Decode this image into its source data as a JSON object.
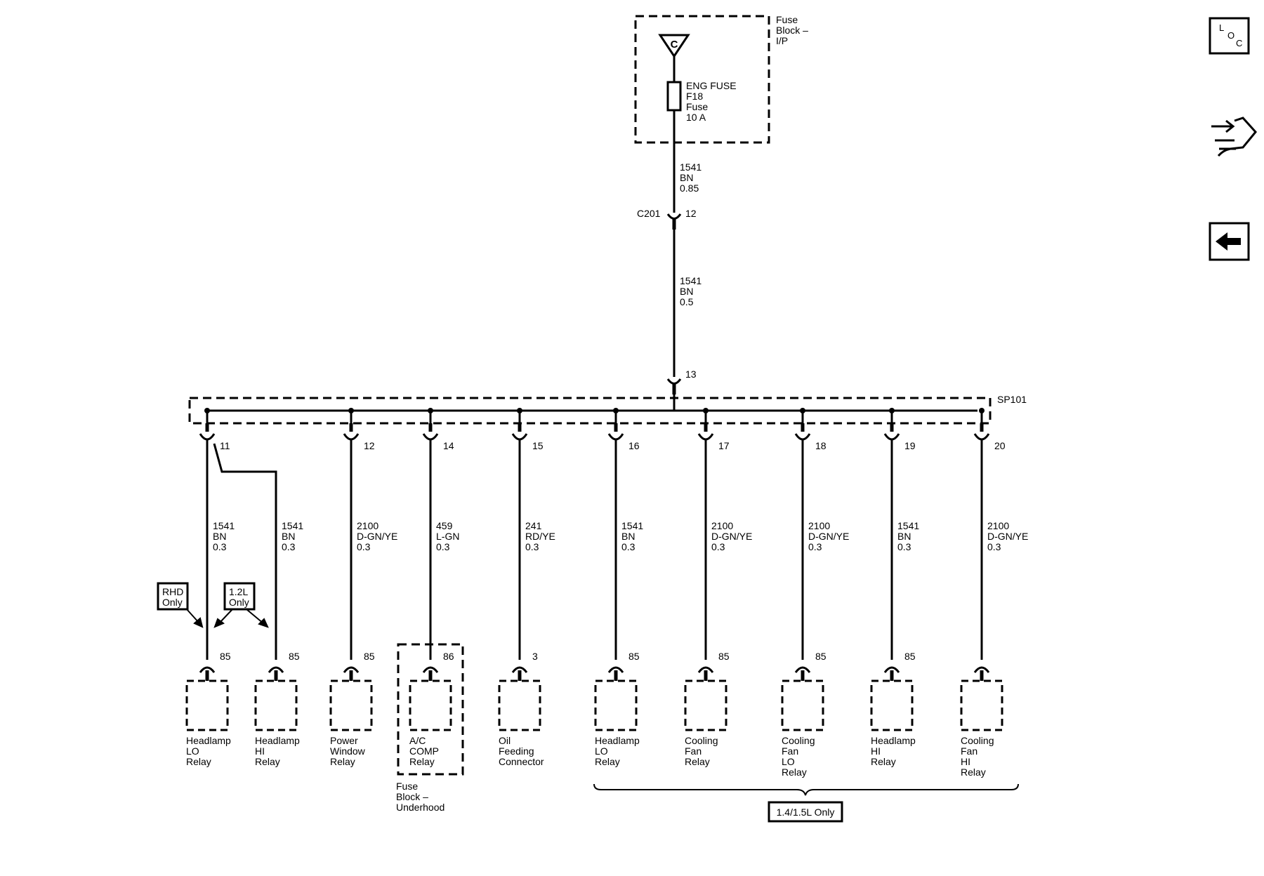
{
  "fuse_block_ip": {
    "label_lines": [
      "Fuse",
      "Block –",
      "I/P"
    ],
    "bus_letter": "C",
    "fuse_lines": [
      "ENG FUSE",
      "F18",
      "Fuse",
      "10 A"
    ]
  },
  "upper_wire_1": [
    "1541",
    "BN",
    "0.85"
  ],
  "connector_c201": {
    "name": "C201",
    "pin": "12"
  },
  "upper_wire_2": [
    "1541",
    "BN",
    "0.5"
  ],
  "splice": {
    "name": "SP101",
    "input_pin": "13"
  },
  "branches": [
    {
      "pin": "11",
      "wire": [
        "1541",
        "BN",
        "0.3"
      ],
      "term_pin": "85",
      "label_lines": [
        "Headlamp",
        "LO",
        "Relay"
      ]
    },
    {
      "pin": "",
      "wire": [
        "1541",
        "BN",
        "0.3"
      ],
      "term_pin": "85",
      "label_lines": [
        "Headlamp",
        "HI",
        "Relay"
      ]
    },
    {
      "pin": "12",
      "wire": [
        "2100",
        "D-GN/YE",
        "0.3"
      ],
      "term_pin": "85",
      "label_lines": [
        "Power",
        "Window",
        "Relay"
      ]
    },
    {
      "pin": "14",
      "wire": [
        "459",
        "L-GN",
        "0.3"
      ],
      "term_pin": "86",
      "label_lines": [
        "A/C",
        "COMP",
        "Relay"
      ]
    },
    {
      "pin": "15",
      "wire": [
        "241",
        "RD/YE",
        "0.3"
      ],
      "term_pin": "3",
      "label_lines": [
        "Oil",
        "Feeding",
        "Connector"
      ]
    },
    {
      "pin": "16",
      "wire": [
        "1541",
        "BN",
        "0.3"
      ],
      "term_pin": "85",
      "label_lines": [
        "Headlamp",
        "LO",
        "Relay"
      ]
    },
    {
      "pin": "17",
      "wire": [
        "2100",
        "D-GN/YE",
        "0.3"
      ],
      "term_pin": "85",
      "label_lines": [
        "Cooling",
        "Fan",
        "Relay"
      ]
    },
    {
      "pin": "18",
      "wire": [
        "2100",
        "D-GN/YE",
        "0.3"
      ],
      "term_pin": "85",
      "label_lines": [
        "Cooling",
        "Fan",
        "LO",
        "Relay"
      ]
    },
    {
      "pin": "19",
      "wire": [
        "1541",
        "BN",
        "0.3"
      ],
      "term_pin": "85",
      "label_lines": [
        "Headlamp",
        "HI",
        "Relay"
      ]
    },
    {
      "pin": "20",
      "wire": [
        "2100",
        "D-GN/YE",
        "0.3"
      ],
      "term_pin": "",
      "label_lines": [
        "Cooling",
        "Fan",
        "HI",
        "Relay"
      ]
    }
  ],
  "notes": {
    "rhd_only": [
      "RHD",
      "Only"
    ],
    "l12_only": [
      "1.2L",
      "Only"
    ],
    "engine_group": "1.4/1.5L Only"
  },
  "fuse_block_underhood": [
    "Fuse",
    "Block –",
    "Underhood"
  ],
  "nav": {
    "loc_icon": "location-icon",
    "loc_letters": [
      "L",
      "O",
      "C"
    ],
    "connector_icon": "connector-views-icon",
    "back_icon": "back-arrow-icon"
  }
}
